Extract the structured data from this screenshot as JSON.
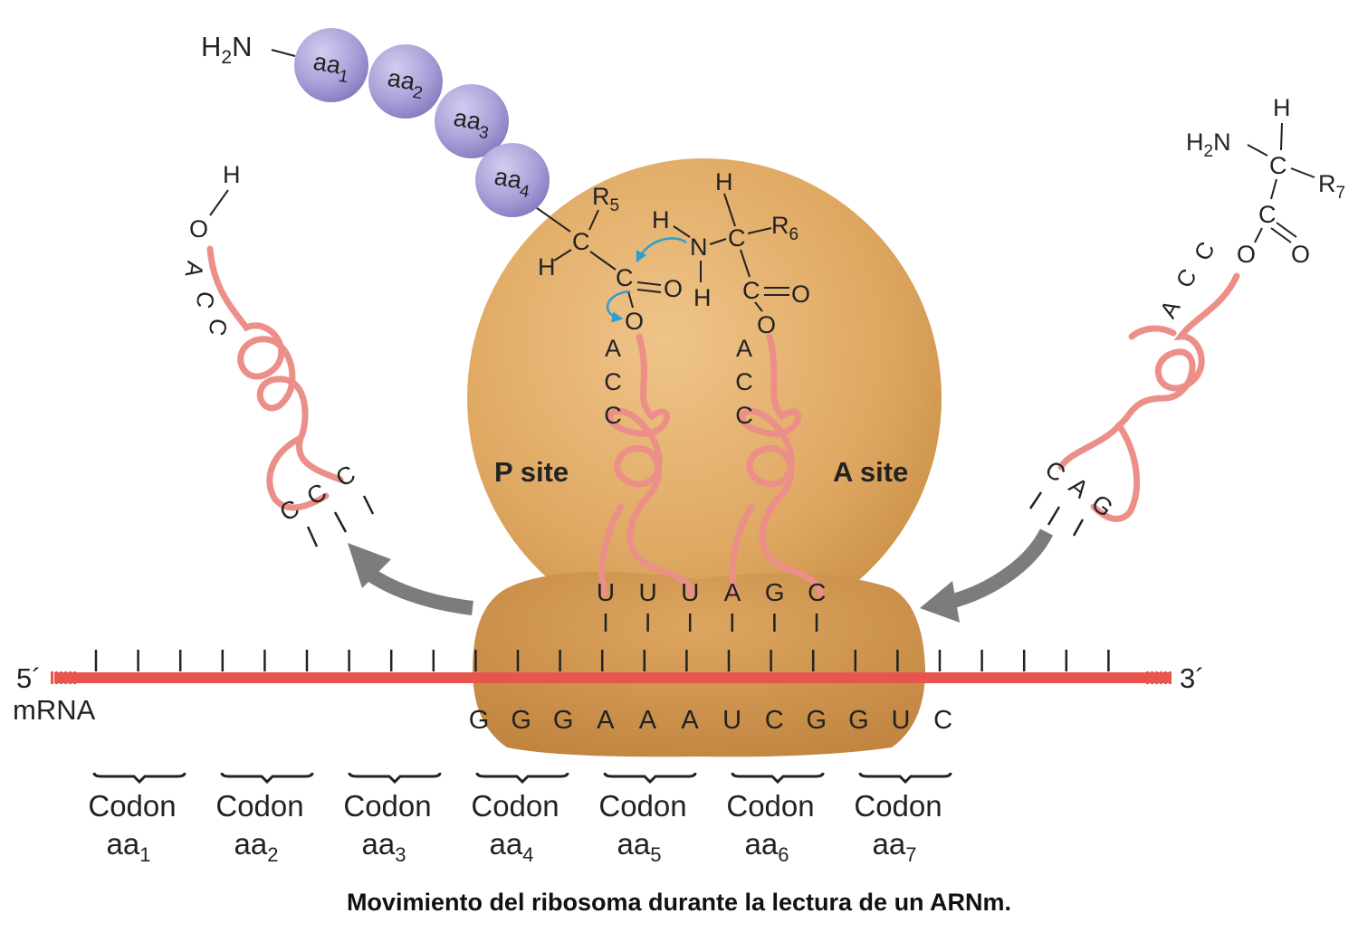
{
  "peptide": {
    "n_terminus": "H",
    "n_terminus_sub": "2",
    "n_terminus_end": "N",
    "beads": [
      {
        "label": "aa",
        "sub": "1"
      },
      {
        "label": "aa",
        "sub": "2"
      },
      {
        "label": "aa",
        "sub": "3"
      },
      {
        "label": "aa",
        "sub": "4"
      }
    ]
  },
  "sites": {
    "p_site": "P site",
    "a_site": "A site"
  },
  "p_trna": {
    "acceptor": [
      "A",
      "C",
      "C"
    ],
    "anticodon": [
      "U",
      "U",
      "U"
    ],
    "chem": {
      "r": "R",
      "r_sub": "5",
      "c": "C",
      "h": "H",
      "o_double": "O",
      "c_carbonyl": "C",
      "o_ester": "O"
    }
  },
  "a_trna": {
    "acceptor": [
      "A",
      "C",
      "C"
    ],
    "anticodon": [
      "A",
      "G",
      "C"
    ],
    "chem": {
      "h_top": "H",
      "h_n": "H",
      "n": "N",
      "h_below": "H",
      "c": "C",
      "r": "R",
      "r_sub": "6",
      "c_carbonyl": "C",
      "o_double": "O",
      "o_ester": "O"
    }
  },
  "exiting_trna": {
    "acceptor": [
      "A",
      "C",
      "C"
    ],
    "anticodon": [
      "C",
      "C",
      "C"
    ],
    "h": "H",
    "o": "O"
  },
  "incoming_trna": {
    "acceptor": [
      "A",
      "C",
      "C"
    ],
    "anticodon": [
      "C",
      "A",
      "G"
    ],
    "chem": {
      "h": "H",
      "h2n": "H",
      "h2n_sub": "2",
      "h2n_end": "N",
      "c": "C",
      "r": "R",
      "r_sub": "7",
      "c_carbonyl": "C",
      "o_double": "O",
      "o_ester": "O"
    }
  },
  "mrna": {
    "five_prime": "5´",
    "three_prime": "3´",
    "label": "mRNA",
    "bases": [
      "G",
      "G",
      "G",
      "A",
      "A",
      "A",
      "U",
      "C",
      "G",
      "G",
      "U",
      "C"
    ]
  },
  "codons": [
    {
      "word": "Codon",
      "aa": "aa",
      "sub": "1"
    },
    {
      "word": "Codon",
      "aa": "aa",
      "sub": "2"
    },
    {
      "word": "Codon",
      "aa": "aa",
      "sub": "3"
    },
    {
      "word": "Codon",
      "aa": "aa",
      "sub": "4"
    },
    {
      "word": "Codon",
      "aa": "aa",
      "sub": "5"
    },
    {
      "word": "Codon",
      "aa": "aa",
      "sub": "6"
    },
    {
      "word": "Codon",
      "aa": "aa",
      "sub": "7"
    }
  ],
  "caption": "Movimiento del ribosoma durante la lectura de un ARNm.",
  "colors": {
    "ribosome": "#DDA561",
    "ribosome_small": "#D4994F",
    "mrna": "#E8544E",
    "trna": "#EC8F88",
    "bead": "#A89ED6",
    "arrow": "#7C7C7C",
    "reaction_arrow": "#2E9FD0"
  }
}
